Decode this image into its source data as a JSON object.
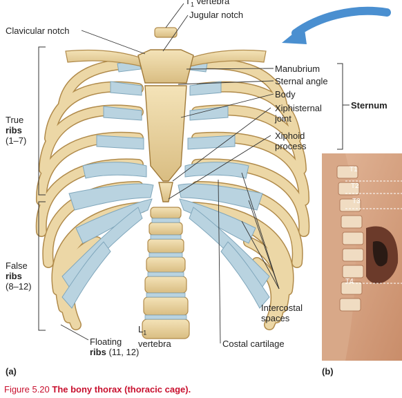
{
  "labels": {
    "t1_vertebra_top": "T",
    "t1_vertebra_top_sub": "1",
    "t1_vertebra_top_word": "vertebra",
    "jugular_notch": "Jugular notch",
    "clavicular_notch": "Clavicular notch",
    "manubrium": "Manubrium",
    "sternal_angle": "Sternal angle",
    "body": "Body",
    "xiphisternal_joint_1": "Xiphisternal",
    "xiphisternal_joint_2": "joint",
    "xiphoid_process_1": "Xiphoid",
    "xiphoid_process_2": "process",
    "sternum": "Sternum",
    "true_ribs_1": "True",
    "true_ribs_2": "ribs",
    "true_ribs_3": "(1–7)",
    "false_ribs_1": "False",
    "false_ribs_2": "ribs",
    "false_ribs_3": "(8–12)",
    "intercostal_spaces_1": "Intercostal",
    "intercostal_spaces_2": "spaces",
    "l1_vertebra_l": "L",
    "l1_vertebra_sub": "1",
    "l1_vertebra_word": "vertebra",
    "floating_ribs_1": "Floating",
    "floating_ribs_2": "ribs",
    "floating_ribs_3": "(11, 12)",
    "costal_cartilage": "Costal cartilage"
  },
  "panels": {
    "a": "(a)",
    "b": "(b)"
  },
  "photo_labels": [
    "T1",
    "T2",
    "T3",
    "T4"
  ],
  "caption": {
    "number": "Figure 5.20",
    "title": "The bony thorax (thoracic cage)."
  },
  "colors": {
    "bone": "#e8d3a0",
    "bone_edge": "#b08a4a",
    "cartilage": "#b9d3e0",
    "cartilage_edge": "#7fa6bb",
    "caption": "#c8102e",
    "arrow": "#4a8fd0"
  }
}
